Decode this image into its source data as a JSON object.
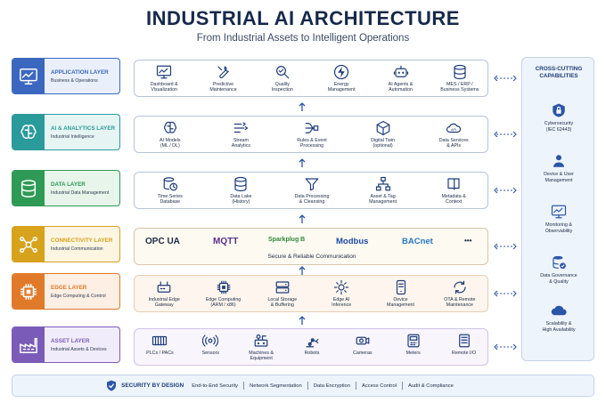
{
  "header": {
    "title": "INDUSTRIAL AI ARCHITECTURE",
    "subtitle": "From Industrial Assets to Intelligent Operations"
  },
  "layers": [
    {
      "name": "APPLICATION LAYER",
      "sub": "Business & Operations",
      "icon": "monitor-chart-icon",
      "accent": "#3b67c0",
      "bg": "#eaf0fb",
      "components": [
        {
          "label": "Dashboard &\nVisualization",
          "icon": "monitor-chart-icon"
        },
        {
          "label": "Predictive\nMaintenance",
          "icon": "wrench-icon"
        },
        {
          "label": "Quality\nInspection",
          "icon": "magnifier-check-icon"
        },
        {
          "label": "Energy\nManagement",
          "icon": "lightning-icon"
        },
        {
          "label": "AI Agents &\nAutomation",
          "icon": "robot-icon"
        },
        {
          "label": "MES / ERP /\nBusiness Systems",
          "icon": "database-icon"
        }
      ]
    },
    {
      "name": "AI & ANALYTICS LAYER",
      "sub": "Industrial Intelligence",
      "icon": "brain-icon",
      "accent": "#2a9a9a",
      "bg": "#e6f5f4",
      "components": [
        {
          "label": "AI Models\n(ML / DL)",
          "icon": "brain-icon"
        },
        {
          "label": "Stream\nAnalytics",
          "icon": "stream-icon"
        },
        {
          "label": "Rules & Event\nProcessing",
          "icon": "rules-icon"
        },
        {
          "label": "Digital Twin\n(optional)",
          "icon": "cube-icon"
        },
        {
          "label": "Data Services\n& APIs",
          "icon": "cloud-api-icon"
        }
      ]
    },
    {
      "name": "DATA LAYER",
      "sub": "Industrial Data Management",
      "icon": "database-icon",
      "accent": "#2e9a55",
      "bg": "#e7f5ea",
      "components": [
        {
          "label": "Time Series\nDatabase",
          "icon": "timeseries-db-icon"
        },
        {
          "label": "Data Lake\n(History)",
          "icon": "database-icon"
        },
        {
          "label": "Data Processing\n& Cleansing",
          "icon": "funnel-icon"
        },
        {
          "label": "Asset & Tag\nManagement",
          "icon": "asset-tree-icon"
        },
        {
          "label": "Metadata &\nContext",
          "icon": "book-icon"
        }
      ]
    },
    {
      "name": "CONNECTIVITY LAYER",
      "sub": "Industrial Communication",
      "icon": "network-icon",
      "accent": "#d7a21c",
      "bg": "#fcf5e2",
      "protocols": [
        {
          "label": "OPC UA",
          "color": "#1b2a44"
        },
        {
          "label": "MQTT",
          "color": "#5a2d8a"
        },
        {
          "label": "Sparkplug B",
          "color": "#2e8a3a"
        },
        {
          "label": "Modbus",
          "color": "#1f4aa8"
        },
        {
          "label": "BACnet",
          "color": "#2577c4"
        },
        {
          "label": "•••",
          "color": "#1b2a44"
        }
      ],
      "note": "Secure & Reliable Communication"
    },
    {
      "name": "EDGE LAYER",
      "sub": "Edge Computing & Control",
      "icon": "chip-icon",
      "accent": "#e07a2a",
      "bg": "#fdefe3",
      "components": [
        {
          "label": "Industrial Edge\nGateway",
          "icon": "gateway-icon"
        },
        {
          "label": "Edge Computing\n(ARM / x86)",
          "icon": "chip-icon"
        },
        {
          "label": "Local Storage\n& Buffering",
          "icon": "storage-icon"
        },
        {
          "label": "Edge AI\nInference",
          "icon": "gear-brain-icon"
        },
        {
          "label": "Device\nManagement",
          "icon": "tablet-icon"
        },
        {
          "label": "OTA & Remote\nMaintenance",
          "icon": "refresh-icon"
        }
      ]
    },
    {
      "name": "ASSET LAYER",
      "sub": "Industrial Assets & Devices",
      "icon": "factory-icon",
      "accent": "#7a5cb8",
      "bg": "#f1ecf9",
      "components": [
        {
          "label": "PLCs / PACs",
          "icon": "plc-icon"
        },
        {
          "label": "Sensors",
          "icon": "sensor-icon"
        },
        {
          "label": "Machines &\nEquipment",
          "icon": "machine-icon"
        },
        {
          "label": "Robots",
          "icon": "robot-arm-icon"
        },
        {
          "label": "Cameras",
          "icon": "camera-icon"
        },
        {
          "label": "Meters",
          "icon": "meter-icon"
        },
        {
          "label": "Remote I/O",
          "icon": "remote-io-icon"
        }
      ]
    }
  ],
  "cross_cutting": {
    "title": "CROSS-CUTTING\nCAPABILITIES",
    "accent": "#2b55a8",
    "items": [
      {
        "label": "Cybersecurity\n(IEC 62443)",
        "icon": "lock-shield-icon"
      },
      {
        "label": "Device & User\nManagement",
        "icon": "users-icon"
      },
      {
        "label": "Monitoring &\nObservability",
        "icon": "monitor-chart-icon"
      },
      {
        "label": "Data Governance\n& Quality",
        "icon": "database-check-icon"
      },
      {
        "label": "Scalability &\nHigh Availability",
        "icon": "cloud-icon"
      }
    ]
  },
  "footer": {
    "title": "SECURITY BY DESIGN",
    "items": [
      "End-to-End Security",
      "Network Segmentation",
      "Data Encryption",
      "Access Control",
      "Audit & Compliance"
    ]
  }
}
